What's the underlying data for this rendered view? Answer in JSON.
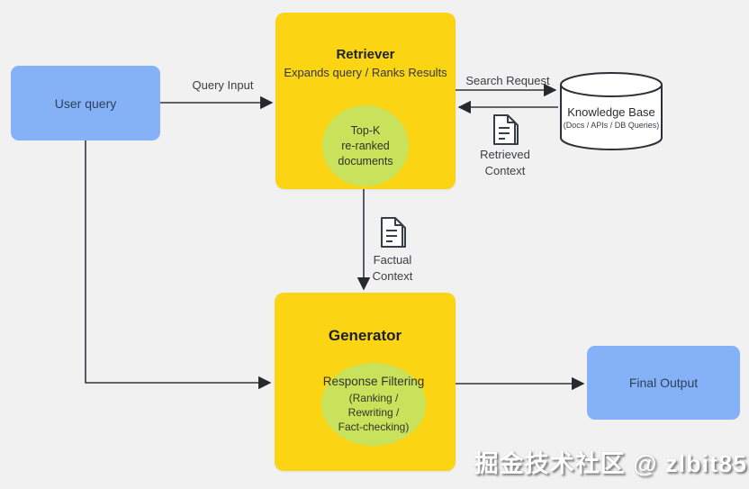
{
  "diagram": {
    "nodes": {
      "user_query": {
        "label": "User query"
      },
      "retriever": {
        "title": "Retriever",
        "subtitle": "Expands query / Ranks Results",
        "bubble": {
          "line1": "Top-K",
          "line2": "re-ranked",
          "line3": "documents"
        }
      },
      "knowledge_base": {
        "title": "Knowledge Base",
        "subtitle": "(Docs / APIs / DB Queries)"
      },
      "generator": {
        "title": "Generator",
        "bubble": {
          "title": "Response Filtering",
          "line1": "(Ranking /",
          "line2": "Rewriting /",
          "line3": "Fact-checking)"
        }
      },
      "final_output": {
        "label": "Final Output"
      }
    },
    "edges": {
      "query_input": {
        "label": "Query Input"
      },
      "search_request": {
        "label": "Search Request"
      },
      "retrieved_context": {
        "line1": "Retrieved",
        "line2": "Context"
      },
      "factual_context": {
        "line1": "Factual",
        "line2": "Context"
      }
    },
    "icons": {
      "retrieved_context": "document-icon",
      "factual_context": "document-icon",
      "knowledge_base": "database-cylinder-icon"
    },
    "watermark": "掘金技术社区 @ zlbit85",
    "colors": {
      "background": "#F1F1F2",
      "node_yellow": "#FBD514",
      "node_blue": "#85B2F7",
      "bubble_green": "#C9E25B",
      "line_dark": "#33363C",
      "text_navy": "#2C4059",
      "cylinder_fill": "#FFFFFF"
    }
  }
}
